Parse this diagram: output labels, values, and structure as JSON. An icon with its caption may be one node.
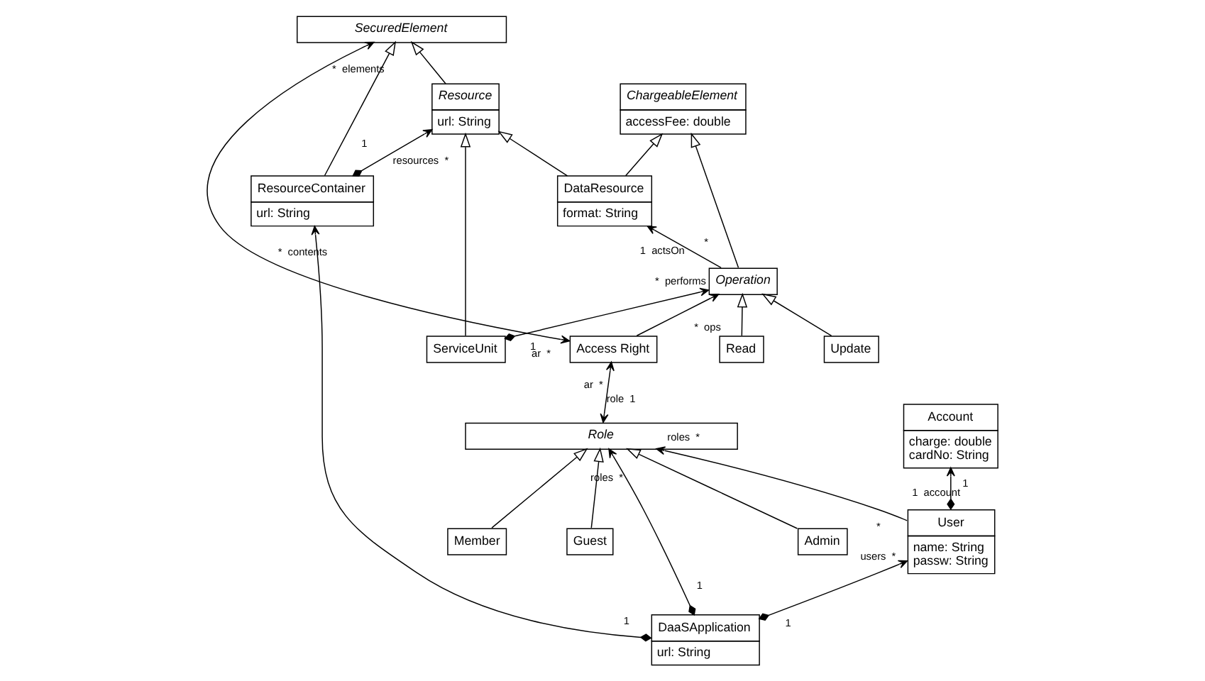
{
  "diagram": {
    "nodes": [
      {
        "text": [
          "SecuredElement"
        ]
      },
      {
        "text": [
          "Role"
        ]
      },
      {
        "text": [
          "Access Right"
        ]
      },
      {
        "text": [
          "ChargeableElement",
          "accessFee: double"
        ]
      },
      {
        "text": [
          "Resource",
          "url: String"
        ]
      },
      {
        "text": [
          "Admin"
        ]
      },
      {
        "text": [
          "Member"
        ]
      },
      {
        "text": [
          "Guest"
        ]
      },
      {
        "text": [
          "DataResource",
          "format: String"
        ]
      },
      {
        "text": [
          "ResourceContainer",
          "url: String"
        ]
      },
      {
        "text": [
          "User",
          "name: String",
          "passw: String"
        ]
      },
      {
        "text": [
          "Operation"
        ]
      },
      {
        "text": [
          "ServiceUnit"
        ]
      },
      {
        "text": [
          "DaaSApplication",
          "url: String"
        ]
      },
      {
        "text": [
          "Read"
        ]
      },
      {
        "text": [
          "Update"
        ]
      },
      {
        "text": [
          "Account",
          "charge: double",
          "cardNo: String"
        ]
      }
    ],
    "edges": [
      {
        "from": 0,
        "to": 2,
        "arrow": "both"
      },
      {
        "from": 1,
        "to": 2,
        "arrow": "both"
      },
      {
        "from": 2,
        "to": 11,
        "arrow": "to"
      },
      {
        "from": 4,
        "to": 0,
        "arrow": "to"
      },
      {
        "from": 9,
        "to": 0,
        "arrow": "to"
      },
      {
        "from": 5,
        "to": 1,
        "arrow": "to"
      },
      {
        "from": 6,
        "to": 1,
        "arrow": "to"
      },
      {
        "from": 7,
        "to": 1,
        "arrow": "to"
      },
      {
        "from": 10,
        "to": 1,
        "arrow": "to"
      },
      {
        "from": 13,
        "to": 1,
        "arrow": "to"
      },
      {
        "from": 9,
        "to": 4,
        "arrow": "to"
      },
      {
        "from": 8,
        "to": 3,
        "arrow": "to"
      },
      {
        "from": 8,
        "to": 4,
        "arrow": "to"
      },
      {
        "from": 12,
        "to": 4,
        "arrow": "to"
      },
      {
        "from": 11,
        "to": 3,
        "arrow": "to"
      },
      {
        "from": 11,
        "to": 8,
        "arrow": "to"
      },
      {
        "from": 12,
        "to": 11,
        "arrow": "to"
      },
      {
        "from": 13,
        "to": 9,
        "arrow": "to"
      },
      {
        "from": 13,
        "to": 10,
        "arrow": "to"
      },
      {
        "from": 10,
        "to": 16,
        "arrow": "to"
      },
      {
        "from": 14,
        "to": 11,
        "arrow": "to"
      },
      {
        "from": 15,
        "to": 11,
        "arrow": "to"
      }
    ],
    "labels": [
      "*",
      "elements",
      "ar",
      "*",
      "role",
      "1",
      "ar",
      "*",
      "*",
      "ops",
      "*",
      "roles",
      "*",
      "1",
      "roles",
      "*",
      "1",
      "resources",
      "*",
      "*",
      "1",
      "actsOn",
      "1",
      "*",
      "performs",
      "1",
      "*",
      "contents",
      "1",
      "users",
      "*",
      "1",
      "1",
      "account"
    ]
  }
}
